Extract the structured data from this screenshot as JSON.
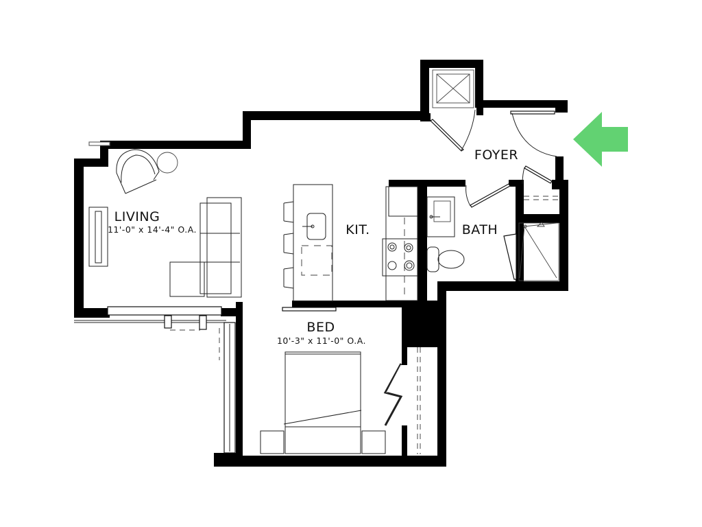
{
  "plan": {
    "rooms": [
      {
        "id": "living",
        "name": "LIVING",
        "dimensions": "11'-0\" x 14'-4\" O.A."
      },
      {
        "id": "kitchen",
        "name": "KIT.",
        "dimensions": ""
      },
      {
        "id": "bath",
        "name": "BATH",
        "dimensions": ""
      },
      {
        "id": "foyer",
        "name": "FOYER",
        "dimensions": ""
      },
      {
        "id": "bed",
        "name": "BED",
        "dimensions": "10'-3\" x 11'-0\" O.A."
      }
    ],
    "entry_marker": {
      "icon": "arrow-left-icon",
      "color": "#62d272",
      "meaning": "entry"
    },
    "colors": {
      "walls": "#000000",
      "background": "#ffffff",
      "fixtures": "#222222"
    }
  }
}
